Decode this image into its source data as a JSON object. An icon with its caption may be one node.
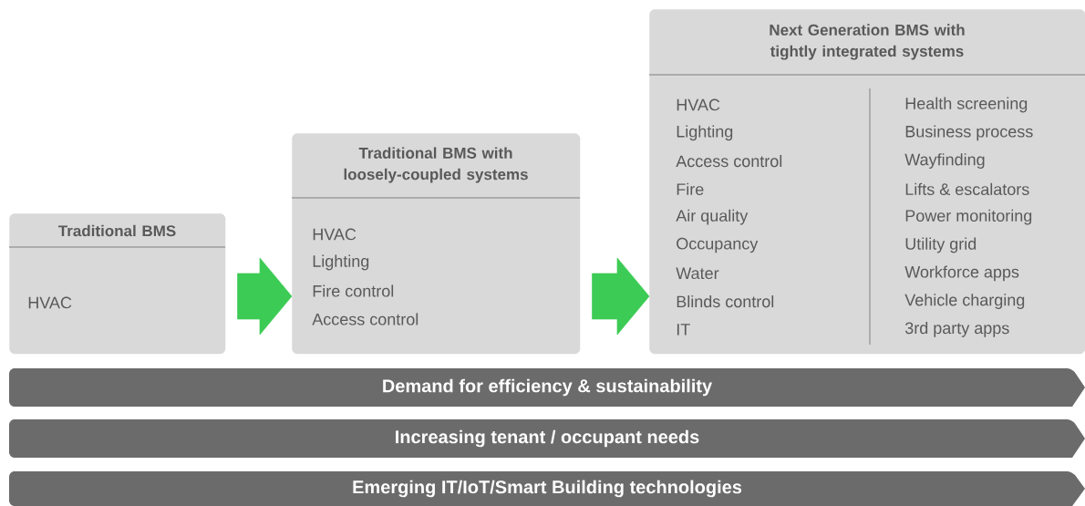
{
  "diagram": {
    "nodes": [
      {
        "text": [
          "Traditional BMS",
          "HVAC"
        ]
      },
      {
        "text": [
          "Traditional BMS with loosely-coupled systems",
          "HVAC",
          "Lighting",
          "Fire control",
          "Access control"
        ]
      },
      {
        "text": [
          "Next Generation BMS with tightly integrated systems",
          "HVAC",
          "Lighting",
          "Access control",
          "Fire",
          "Air quality",
          "Occupancy",
          "Water",
          "Blinds control",
          "IT",
          "Health screening",
          "Business process",
          "Wayfinding",
          "Lifts & escalators",
          "Power monitoring",
          "Utility grid",
          "Workforce apps",
          "Vehicle charging",
          "3rd party apps"
        ]
      },
      {
        "text": [
          "Demand for efficiency & sustainability"
        ]
      },
      {
        "text": [
          "Increasing tenant / occupant needs"
        ]
      },
      {
        "text": [
          "Emerging IT/IoT/Smart Building technologies"
        ]
      }
    ],
    "edges": [
      {
        "from": 0,
        "to": 1,
        "arrow": "to"
      },
      {
        "from": 1,
        "to": 2,
        "arrow": "to"
      }
    ]
  }
}
